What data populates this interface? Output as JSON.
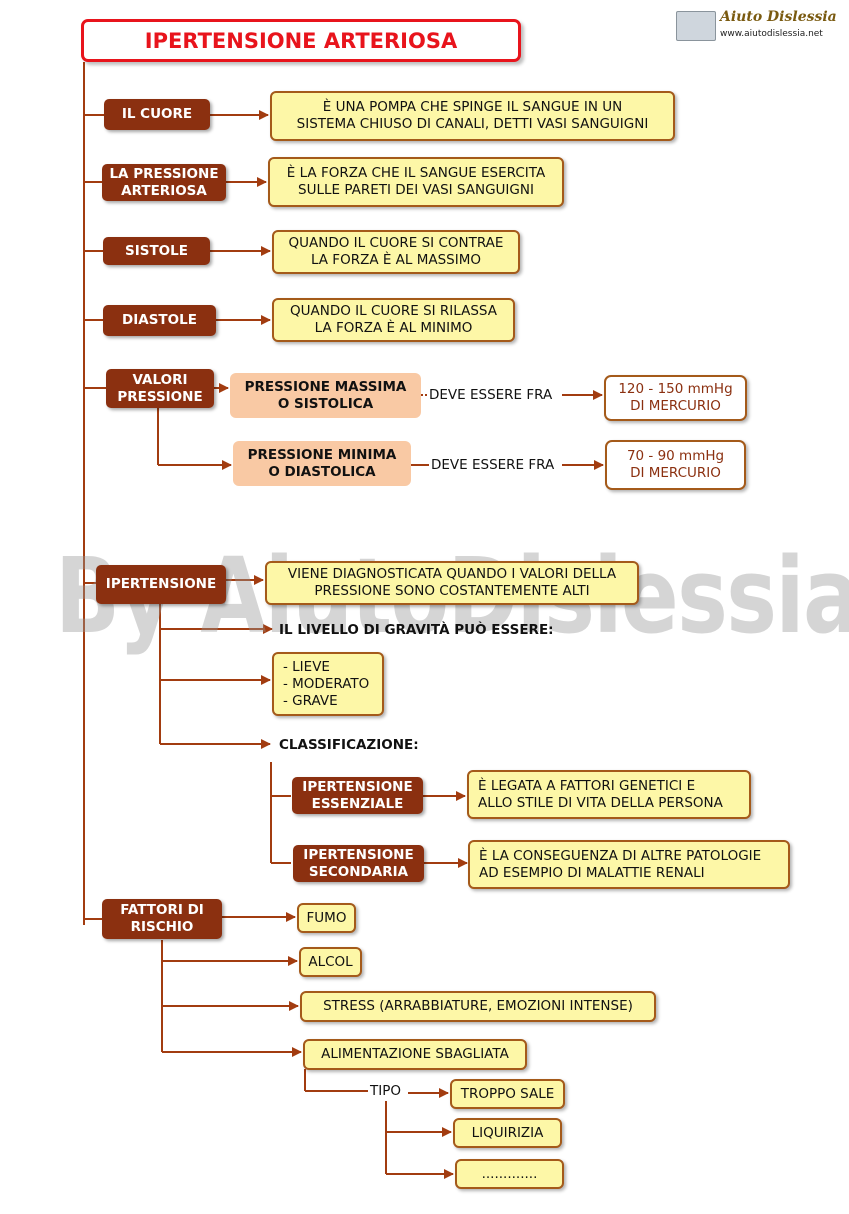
{
  "title": "IPERTENSIONE ARTERIOSA",
  "logo": {
    "name": "Aiuto Dislessia",
    "url": "www.aiutodislessia.net",
    "icon": "book-icon"
  },
  "watermark": "By AiutoDislessia.net",
  "cuore": {
    "label": "IL CUORE",
    "text": "È UNA POMPA CHE SPINGE IL SANGUE IN UN\nSISTEMA CHIUSO DI CANALI, DETTI VASI SANGUIGNI"
  },
  "pressione": {
    "label": "LA PRESSIONE\nARTERIOSA",
    "text": "È LA FORZA CHE IL SANGUE ESERCITA\nSULLE PARETI DEI VASI SANGUIGNI"
  },
  "sistole": {
    "label": "SISTOLE",
    "text": "QUANDO IL CUORE SI CONTRAE\nLA FORZA È AL MASSIMO"
  },
  "diastole": {
    "label": "DIASTOLE",
    "text": "QUANDO IL CUORE SI RILASSA\nLA FORZA È AL MINIMO"
  },
  "valori": {
    "label": "VALORI\nPRESSIONE",
    "massima": {
      "label": "PRESSIONE MASSIMA\nO SISTOLICA",
      "link": "DEVE ESSERE FRA",
      "value": "120 - 150 mmHg\nDI MERCURIO"
    },
    "minima": {
      "label": "PRESSIONE MINIMA\nO DIASTOLICA",
      "link": "DEVE ESSERE FRA",
      "value": "70 - 90 mmHg\nDI MERCURIO"
    }
  },
  "ipertensione": {
    "label": "IPERTENSIONE",
    "text": "VIENE DIAGNOSTICATA QUANDO I VALORI DELLA\nPRESSIONE SONO COSTANTEMENTE ALTI",
    "gravita_label": "IL LIVELLO DI GRAVITÀ PUÒ ESSERE:",
    "gravita": "- LIEVE\n- MODERATO\n- GRAVE",
    "classificazione_label": "CLASSIFICAZIONE:",
    "essenziale": {
      "label": "IPERTENSIONE\nESSENZIALE",
      "text": "È LEGATA A FATTORI GENETICI E\nALLO STILE DI VITA DELLA PERSONA"
    },
    "secondaria": {
      "label": "IPERTENSIONE\nSECONDARIA",
      "text": "È LA CONSEGUENZA DI ALTRE PATOLOGIE\nAD ESEMPIO DI MALATTIE RENALI"
    }
  },
  "fattori": {
    "label": "FATTORI DI\nRISCHIO",
    "fumo": "FUMO",
    "alcol": "ALCOL",
    "stress": "STRESS (ARRABBIATURE, EMOZIONI INTENSE)",
    "alimentazione": "ALIMENTAZIONE SBAGLIATA",
    "tipo_label": "TIPO",
    "tipo": [
      "TROPPO SALE",
      "LIQUIRIZIA",
      "............."
    ]
  },
  "colors": {
    "title": "#e8141c",
    "node": "#8b3010",
    "box": "#fdf7a7",
    "peach": "#f9c9a4",
    "line": "#a23c10"
  }
}
